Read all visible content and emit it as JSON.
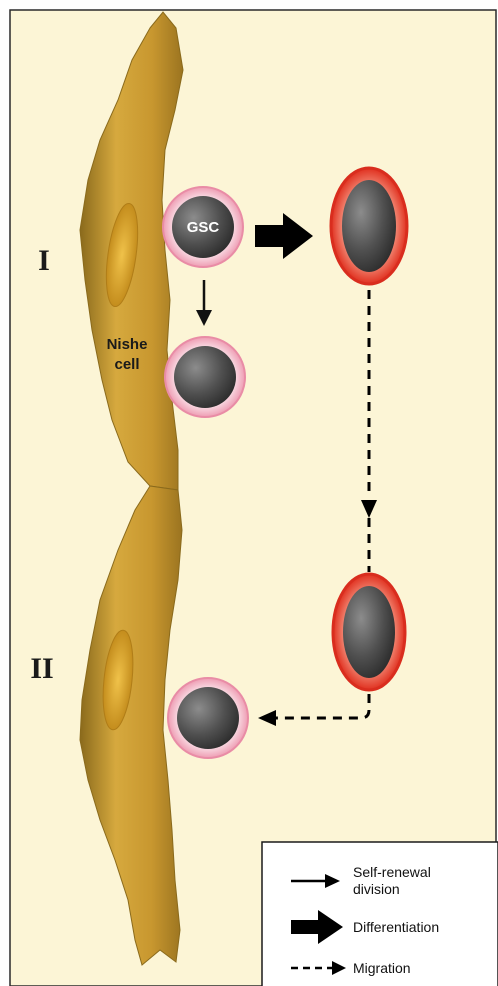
{
  "stage_labels": {
    "upper": "I",
    "lower": "II"
  },
  "cell_labels": {
    "gsc": "GSC"
  },
  "niche_label": {
    "line1": "Nishe",
    "line2": "cell"
  },
  "legend": {
    "self_renewal": {
      "line1": "Self-renewal",
      "line2": "division"
    },
    "differentiation": "Differentiation",
    "migration": "Migration"
  },
  "colors": {
    "background": "#fcf5d6",
    "niche_cell": "#c89a33",
    "gsc_rim": "#f2a8bd",
    "differentiated_rim": "#e8372b",
    "nucleus": "#555555"
  }
}
